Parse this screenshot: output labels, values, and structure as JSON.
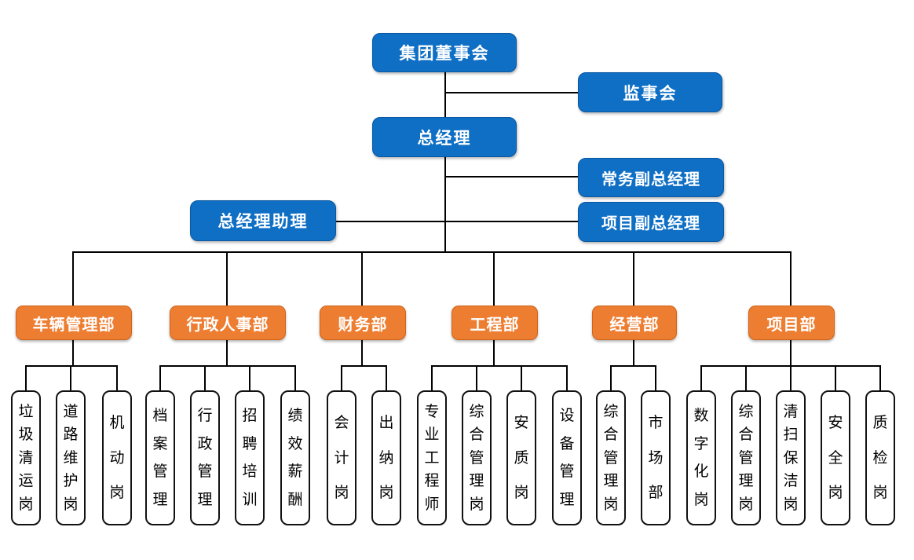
{
  "colors": {
    "executive_blue": "#0e6fc5",
    "department_orange": "#ed7d31",
    "connector_black": "#000000",
    "background": "#ffffff"
  },
  "org": {
    "board": "集团董事会",
    "supervisory_board": "监事会",
    "general_manager": "总经理",
    "executive_deputy_gm": "常务副总经理",
    "gm_assistant": "总经理助理",
    "project_deputy_gm": "项目副总经理",
    "departments": [
      {
        "label": "车辆管理部",
        "posts": [
          "垃圾清运岗",
          "道路维护岗",
          "机动岗"
        ]
      },
      {
        "label": "行政人事部",
        "posts": [
          "档案管理",
          "行政管理",
          "招聘培训",
          "绩效薪酬"
        ]
      },
      {
        "label": "财务部",
        "posts": [
          "会计岗",
          "出纳岗"
        ]
      },
      {
        "label": "工程部",
        "posts": [
          "专业工程师",
          "综合管理岗",
          "安质岗",
          "设备管理"
        ]
      },
      {
        "label": "经营部",
        "posts": [
          "综合管理岗",
          "市场部"
        ]
      },
      {
        "label": "项目部",
        "posts": [
          "数字化岗",
          "综合管理岗",
          "清扫保洁岗",
          "安全岗",
          "质检岗"
        ]
      }
    ]
  }
}
